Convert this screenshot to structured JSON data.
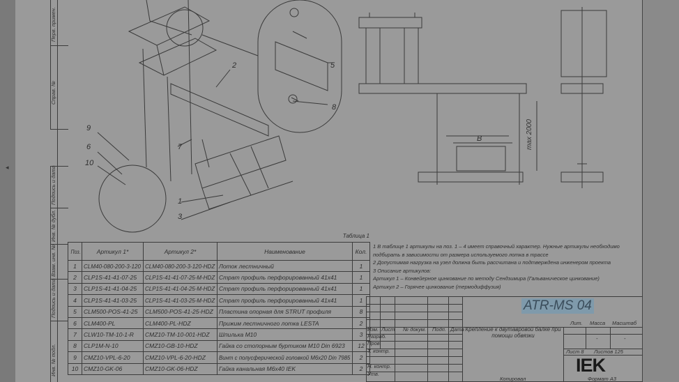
{
  "viewer": {
    "collapse_arrow": "◂"
  },
  "margin_stamp": [
    "Перв. примен.",
    "Справ. №",
    "Подпись и дата",
    "Инв. № дубл.",
    "Взам. инв. №",
    "Подпись и дата",
    "Инв. № подл."
  ],
  "callouts": [
    "2",
    "5",
    "8",
    "9",
    "6",
    "10",
    "7",
    "1",
    "3"
  ],
  "dims": {
    "b": "B",
    "max": "max 2000"
  },
  "table": {
    "caption": "Таблица 1",
    "headers": [
      "Поз.",
      "Артикул 1*",
      "Артикул 2*",
      "Наименование",
      "Кол."
    ],
    "rows": [
      [
        "1",
        "CLM40-080-200-3-120",
        "CLM40-080-200-3-120-HDZ",
        "Лоток лестничный",
        "1"
      ],
      [
        "2",
        "CLP1S-41-41-07-25",
        "CLP1S-41-41-07-25-M-HDZ",
        "Страт профиль перфорированный 41х41",
        "1"
      ],
      [
        "3",
        "CLP1S-41-41-04-25",
        "CLP1S-41-41-04-25-M-HDZ",
        "Страт профиль перфорированный 41х41",
        "1"
      ],
      [
        "4",
        "CLP1S-41-41-03-25",
        "CLP1S-41-41-03-25-M-HDZ",
        "Страт профиль перфорированный 41х41",
        "1"
      ],
      [
        "5",
        "CLM500-POS-41-25",
        "CLM500-POS-41-25-HDZ",
        "Пластина опорная для STRUT профиля",
        "8"
      ],
      [
        "6",
        "CLM400-PL",
        "CLM400-PL-HDZ",
        "Прижим лестничного лотка LESTA",
        "2"
      ],
      [
        "7",
        "CLW10-TM-10-1-R",
        "CMZ10-TM-10-001-HDZ",
        "Шпилька М10",
        "3"
      ],
      [
        "8",
        "CLP1M-N-10",
        "CMZ10-GB-10-HDZ",
        "Гайка со стопорным буртиком М10 Din 6923",
        "12"
      ],
      [
        "9",
        "CMZ10-VPL-6-20",
        "CMZ10-VPL-6-20-HDZ",
        "Винт с полусферической головкой М6х20 Din 7985",
        "2"
      ],
      [
        "10",
        "CMZ10-GK-06",
        "CMZ10-GK-06-HDZ",
        "Гайка канальная М6х40 IEK",
        "2"
      ]
    ]
  },
  "notes": [
    "1     В таблице 1 артикулы на поз. 1 – 4 имеет справочный характер. Нужные артикулы необходимо",
    "       подбирать в зависимости от размера используемого лотка в трассе",
    "2     Допустимая нагрузка на узел должна быть рассчитана и подтверждена инженером проекта",
    "3     Описание артикулов:",
    "Артикул 1 – Конвейерное цинкование по методу Сендзимира (Гальваническое цинкование)",
    "Артикул 2 – Горячее цинкование (термодиффузия)"
  ],
  "title_block": {
    "code": "ATR-MS 04",
    "cols": [
      "Изм.",
      "Лист",
      "№ докум.",
      "Подп.",
      "Дата"
    ],
    "roles": [
      "Разраб.",
      "Пров.",
      "Т. контр.",
      "Н. контр.",
      "Утв."
    ],
    "title": "Крепление к двутавровой балке при помощи обвязки",
    "lit": "Лит.",
    "mass": "Масса",
    "scale": "Масштаб",
    "mass_val": "-",
    "scale_val": "-",
    "sheet": "Лист 8",
    "sheets": "Листов 125",
    "logo": "IEK",
    "copied": "Копировал",
    "format": "Формат А3"
  }
}
